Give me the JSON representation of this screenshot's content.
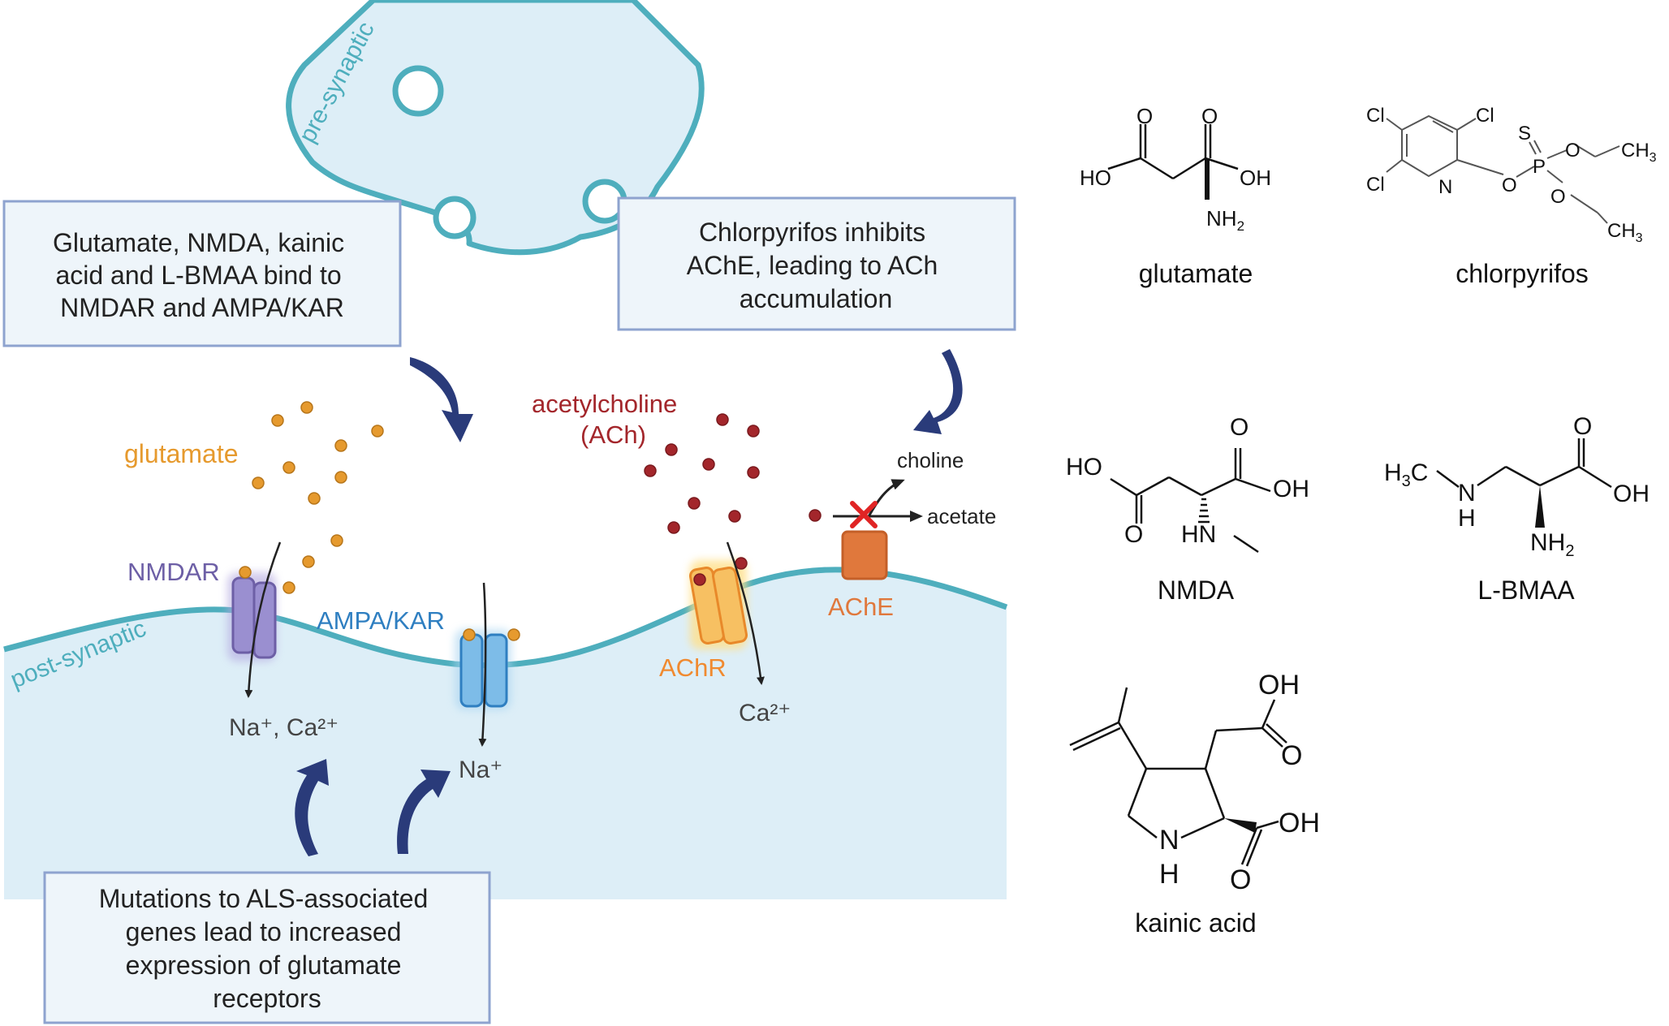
{
  "colors": {
    "membrane": "#4eaebd",
    "cell_fill": "#ddeef7",
    "glutamate": "#e69a2e",
    "ach": "#a3262b",
    "nmdar": "#6d5fa6",
    "ampa": "#2f7fc1",
    "achr": "#f0a030",
    "ache": "#e0783c",
    "arrow": "#2a3b7a",
    "box_border": "#8ea3cf",
    "box_fill": "#eef5fa",
    "inhibit": "#e02424"
  },
  "labels": {
    "pre_synaptic": "pre-synaptic",
    "post_synaptic": "post-synaptic",
    "glutamate": "glutamate",
    "acetylcholine": "acetylcholine",
    "ach_abbrev": "(ACh)",
    "nmdar": "NMDAR",
    "ampa_kar": "AMPA/KAR",
    "achr": "AChR",
    "ache": "AChE",
    "choline": "choline",
    "acetate": "acetate",
    "na_ca": "Na⁺, Ca²⁺",
    "na": "Na⁺",
    "ca": "Ca²⁺"
  },
  "boxes": {
    "bind": [
      "Glutamate, NMDA,  kainic",
      "acid and L-BMAA bind to",
      "NMDAR and AMPA/KAR"
    ],
    "chlorpyrifos": [
      "Chlorpyrifos inhibits",
      "AChE, leading to ACh",
      "accumulation"
    ],
    "mutations": [
      "Mutations to ALS-associated",
      "genes lead to increased",
      "expression of glutamate",
      "receptors"
    ]
  },
  "molecules": {
    "glutamate": "glutamate",
    "chlorpyrifos": "chlorpyrifos",
    "nmda": "NMDA",
    "lbmaa": "L-BMAA",
    "kainic": "kainic acid"
  },
  "atoms": {
    "O": "O",
    "HO": "HO",
    "OH": "OH",
    "NH2": "NH",
    "sub2": "2",
    "Cl": "Cl",
    "N": "N",
    "S": "S",
    "P": "P",
    "CH3": "CH",
    "sub3": "3",
    "HN": "HN",
    "H3C": "H",
    "C": "C",
    "H": "H"
  }
}
